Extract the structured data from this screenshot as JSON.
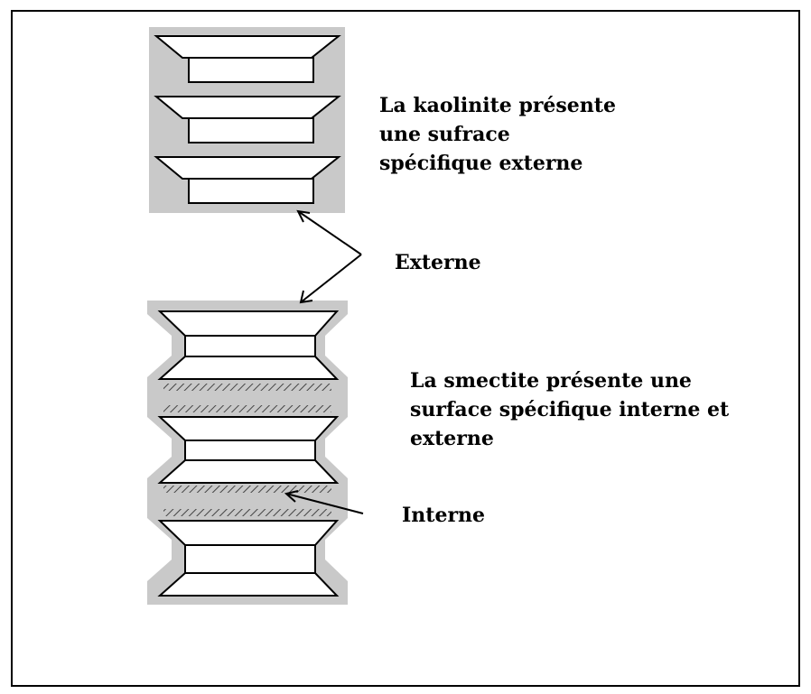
{
  "colors": {
    "outline": "#000000",
    "halo": "#c9c9c9",
    "hatch": "#444444",
    "background": "#ffffff"
  },
  "labels": {
    "kaolinite": [
      "La kaolinite présente",
      "une sufrace",
      "spécifique externe"
    ],
    "smectite": [
      "La smectite présente une",
      "surface spécifique interne et",
      "externe"
    ],
    "externe": "Externe",
    "interne": "Interne"
  }
}
